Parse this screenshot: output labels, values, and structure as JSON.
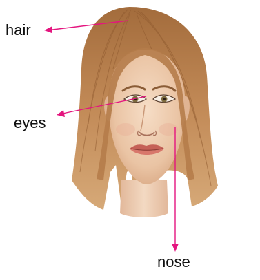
{
  "labels": {
    "hair": "hair",
    "eyes": "eyes",
    "nose": "nose"
  },
  "colors": {
    "arrow": "#e4157f",
    "hair": "#b8814f",
    "skin": "#f1d2b8",
    "lips": "#c56157",
    "iris": "#7c6a3d"
  }
}
